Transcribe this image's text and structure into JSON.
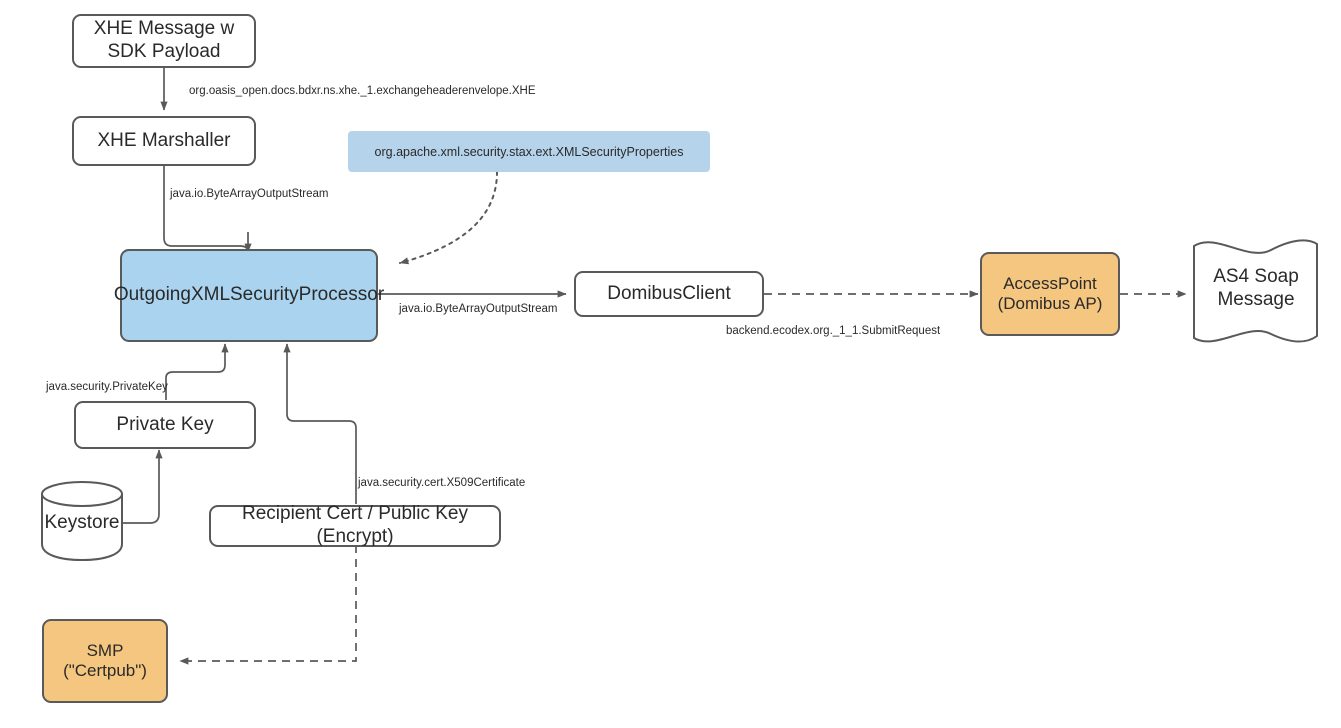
{
  "diagram": {
    "title": "XHE outgoing message security and AS4 submission flow",
    "colors": {
      "blue_fill": "#a9d3ee",
      "note_fill": "#b5d3ea",
      "orange_fill": "#f5c680",
      "stroke": "#595959",
      "text": "#2a2a2a",
      "background": "#ffffff"
    },
    "nodes": [
      {
        "id": "xhe_message",
        "label": "XHE Message w SDK Payload",
        "shape": "rounded-rect",
        "fill": "white"
      },
      {
        "id": "xhe_marshaller",
        "label": "XHE Marshaller",
        "shape": "rounded-rect",
        "fill": "white"
      },
      {
        "id": "xml_security_properties_note",
        "label": "org.apache.xml.security.stax.ext.XMLSecurityProperties",
        "shape": "note",
        "fill": "blue"
      },
      {
        "id": "outgoing_processor",
        "label": "OutgoingXMLSecurityProcessor",
        "shape": "rounded-rect",
        "fill": "blue"
      },
      {
        "id": "domibus_client",
        "label": "DomibusClient",
        "shape": "rounded-rect",
        "fill": "white"
      },
      {
        "id": "access_point",
        "label": "AccessPoint\n(Domibus AP)",
        "line1": "AccessPoint",
        "line2": "(Domibus AP)",
        "shape": "rounded-rect",
        "fill": "orange"
      },
      {
        "id": "as4_soap_message",
        "label": "AS4 Soap Message",
        "line1": "AS4 Soap",
        "line2": "Message",
        "shape": "wave-document",
        "fill": "white"
      },
      {
        "id": "private_key",
        "label": "Private Key",
        "shape": "rounded-rect",
        "fill": "white"
      },
      {
        "id": "keystore",
        "label": "Keystore",
        "shape": "cylinder",
        "fill": "white"
      },
      {
        "id": "recipient_cert",
        "label": "Recipient Cert / Public Key (Encrypt)",
        "shape": "rounded-rect",
        "fill": "white"
      },
      {
        "id": "smp",
        "label": "SMP (\"Certpub\")",
        "line1": "SMP",
        "line2": "(\"Certpub\")",
        "shape": "rounded-rect",
        "fill": "orange"
      }
    ],
    "edges": [
      {
        "id": "e1",
        "from": "xhe_message",
        "to": "xhe_marshaller",
        "style": "solid",
        "label": "org.oasis_open.docs.bdxr.ns.xhe._1.exchangeheaderenvelope.XHE"
      },
      {
        "id": "e2",
        "from": "xhe_marshaller",
        "to": "outgoing_processor",
        "style": "solid",
        "label": "java.io.ByteArrayOutputStream"
      },
      {
        "id": "e3",
        "from": "xml_security_properties_note",
        "to": "outgoing_processor",
        "style": "dotted",
        "label": ""
      },
      {
        "id": "e4",
        "from": "outgoing_processor",
        "to": "domibus_client",
        "style": "solid",
        "label": "java.io.ByteArrayOutputStream"
      },
      {
        "id": "e5",
        "from": "domibus_client",
        "to": "access_point",
        "style": "dashed",
        "label": "backend.ecodex.org._1_1.SubmitRequest"
      },
      {
        "id": "e6",
        "from": "access_point",
        "to": "as4_soap_message",
        "style": "dashed",
        "label": ""
      },
      {
        "id": "e7",
        "from": "private_key",
        "to": "outgoing_processor",
        "style": "solid",
        "label": "java.security.PrivateKey"
      },
      {
        "id": "e8",
        "from": "keystore",
        "to": "private_key",
        "style": "solid",
        "label": ""
      },
      {
        "id": "e9",
        "from": "recipient_cert",
        "to": "outgoing_processor",
        "style": "solid",
        "label": "java.security.cert.X509Certificate"
      },
      {
        "id": "e10",
        "from": "recipient_cert",
        "to": "smp",
        "style": "dashed",
        "label": ""
      }
    ],
    "edge_labels": {
      "xhe_type": "org.oasis_open.docs.bdxr.ns.xhe._1.exchangeheaderenvelope.XHE",
      "byte_stream_marshaller": "java.io.ByteArrayOutputStream",
      "byte_stream_client": "java.io.ByteArrayOutputStream",
      "submit_request": "backend.ecodex.org._1_1.SubmitRequest",
      "private_key_type": "java.security.PrivateKey",
      "x509_type": "java.security.cert.X509Certificate"
    }
  }
}
